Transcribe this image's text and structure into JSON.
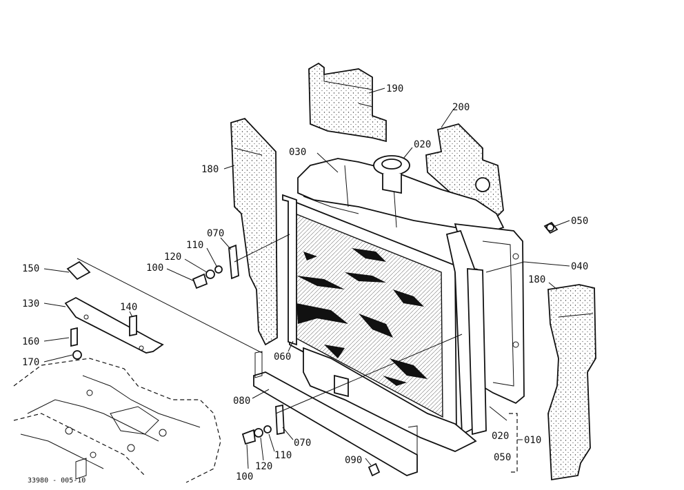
{
  "figure_code": "33980 - 005-10",
  "labels": {
    "l190": "190",
    "l200": "200",
    "l020a": "020",
    "l030": "030",
    "l180a": "180",
    "l050a": "050",
    "l070a": "070",
    "l110a": "110",
    "l120a": "120",
    "l100a": "100",
    "l040": "040",
    "l180b": "180",
    "l150": "150",
    "l130": "130",
    "l140": "140",
    "l160": "160",
    "l170": "170",
    "l060": "060",
    "l080": "080",
    "l070b": "070",
    "l110b": "110",
    "l120b": "120",
    "l100b": "100",
    "l090": "090",
    "l020b": "020",
    "l050b": "050",
    "l010": "010"
  }
}
